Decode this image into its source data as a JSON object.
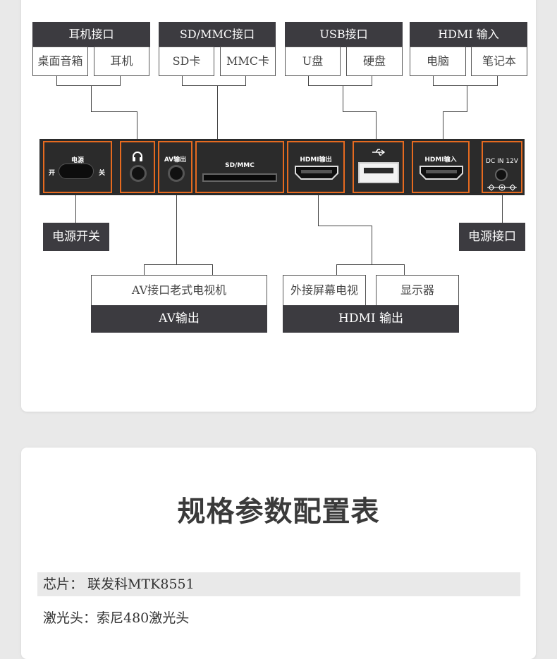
{
  "top_groups": [
    {
      "header": "耳机接口",
      "items": [
        "桌面音箱",
        "耳机"
      ]
    },
    {
      "header": "SD/MMC接口",
      "items": [
        "SD卡",
        "MMC卡"
      ]
    },
    {
      "header": "USB接口",
      "items": [
        "U盘",
        "硬盘"
      ]
    },
    {
      "header": "HDMI 输入",
      "items": [
        "电脑",
        "笔记本"
      ]
    }
  ],
  "ports": {
    "power_switch": {
      "label": "电源",
      "on": "开",
      "off": "关"
    },
    "av_out": "AV输出",
    "sd_mmc": "SD/MMC",
    "hdmi_out": "HDMI输出",
    "hdmi_in": "HDMI输入",
    "dc_in": "DC IN 12V"
  },
  "side_labels": {
    "power_switch": "电源开关",
    "power_port": "电源接口"
  },
  "bottom_groups": [
    {
      "header": "AV输出",
      "items": [
        "AV接口老式电视机"
      ]
    },
    {
      "header": "HDMI 输出",
      "items": [
        "外接屏幕电视",
        "显示器"
      ]
    }
  ],
  "specs": {
    "title": "规格参数配置表",
    "rows": [
      {
        "text": "芯片：  联发科MTK8551",
        "shaded": true
      },
      {
        "text": "激光头：索尼480激光头",
        "shaded": false
      }
    ]
  },
  "colors": {
    "port_border": "#e66a1f",
    "dark_header": "#3c3b40",
    "panel": "#2b2b2b"
  }
}
